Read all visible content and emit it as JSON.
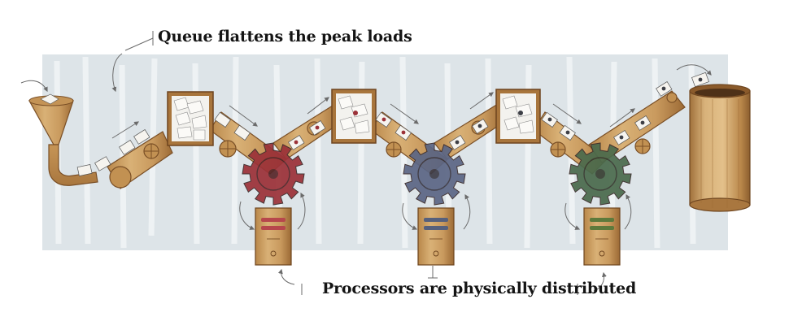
{
  "captions": {
    "top": "Queue flattens the peak loads",
    "bottom": "Processors are physically distributed"
  },
  "colors": {
    "background_panel": "#dfe6ea",
    "wood_light": "#d2a86a",
    "wood_dark": "#8a5a2b",
    "gear_red": "#9b3138",
    "gear_blue": "#5b6685",
    "gear_green": "#4a6a4c",
    "envelope": "#f6f4ef"
  },
  "icons": [
    "funnel-icon",
    "conveyor-belt-icon",
    "queue-bin-icon",
    "gear-icon",
    "processor-server-icon",
    "envelope-icon",
    "output-barrel-icon"
  ],
  "stages": [
    {
      "id": "red",
      "gear_color": "#9b3138",
      "light_color": "#b7474c"
    },
    {
      "id": "blue",
      "gear_color": "#5b6685",
      "light_color": "#56607c"
    },
    {
      "id": "green",
      "gear_color": "#4a6a4c",
      "light_color": "#5d7a3c"
    }
  ]
}
